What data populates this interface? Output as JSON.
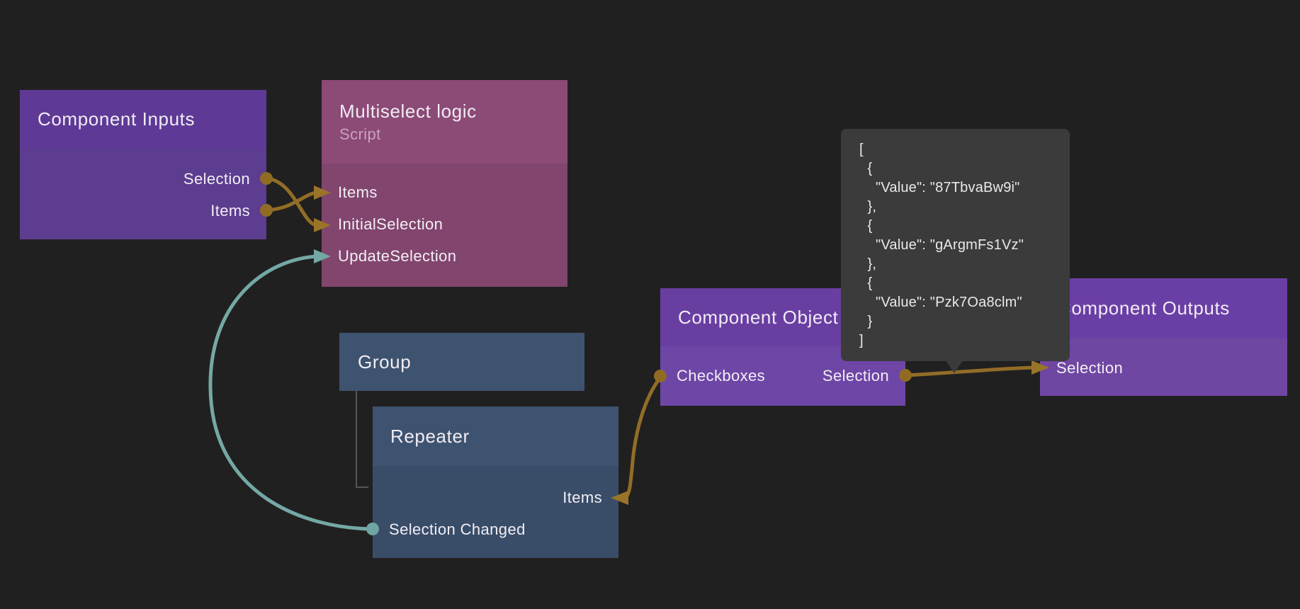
{
  "app": {
    "name": "node editor canvas"
  },
  "colors": {
    "background": "#212020",
    "gold_wire": "#926D27",
    "gold_port": "#8F6B24",
    "teal_wire": "#74A8A5",
    "inputs_header": "#5E3A96",
    "inputs_body": "#5C3D8F",
    "script_header": "#8C4A76",
    "script_body": "#81456E",
    "visual_header": "#3E536F",
    "visual_body": "#394D68",
    "object_header": "#693EA1",
    "object_body": "#6E46A6",
    "outputs_header": "#6A3FA5",
    "outputs_body": "#6F47A2",
    "tooltip_bg": "#3B3B3B"
  },
  "nodes": {
    "component_inputs": {
      "title": "Component Inputs",
      "ports": {
        "selection": "Selection",
        "items": "Items"
      }
    },
    "multiselect_logic": {
      "title": "Multiselect logic",
      "subtitle": "Script",
      "ports": {
        "items": "Items",
        "initial_selection": "InitialSelection",
        "update_selection": "UpdateSelection"
      }
    },
    "group": {
      "title": "Group"
    },
    "repeater": {
      "title": "Repeater",
      "ports": {
        "items": "Items",
        "selection_changed": "Selection Changed"
      }
    },
    "component_object": {
      "title": "Component Object",
      "ports": {
        "checkboxes": "Checkboxes",
        "selection": "Selection"
      }
    },
    "component_outputs": {
      "title": "Component Outputs",
      "ports": {
        "selection": "Selection"
      }
    }
  },
  "tooltip": {
    "lines": [
      "[",
      "  {",
      "    \"Value\": \"87TbvaBw9i\"",
      "  },",
      "  {",
      "    \"Value\": \"gArgmFs1Vz\"",
      "  },",
      "  {",
      "    \"Value\": \"Pzk7Oa8clm\"",
      "  }",
      "]"
    ]
  },
  "connections": [
    {
      "from": "Component Inputs / Selection",
      "to": "Multiselect logic / InitialSelection",
      "color": "#926D27"
    },
    {
      "from": "Component Inputs / Items",
      "to": "Multiselect logic / Items",
      "color": "#926D27"
    },
    {
      "from": "Repeater / Selection Changed",
      "to": "Multiselect logic / UpdateSelection",
      "color": "#74A8A5"
    },
    {
      "from": "Component Object / Checkboxes",
      "to": "Repeater / Items",
      "color": "#926D27"
    },
    {
      "from": "Component Object / Selection",
      "to": "Component Outputs / Selection",
      "color": "#926D27"
    },
    {
      "from": "Group",
      "to": "Repeater",
      "type": "hierarchy"
    }
  ]
}
